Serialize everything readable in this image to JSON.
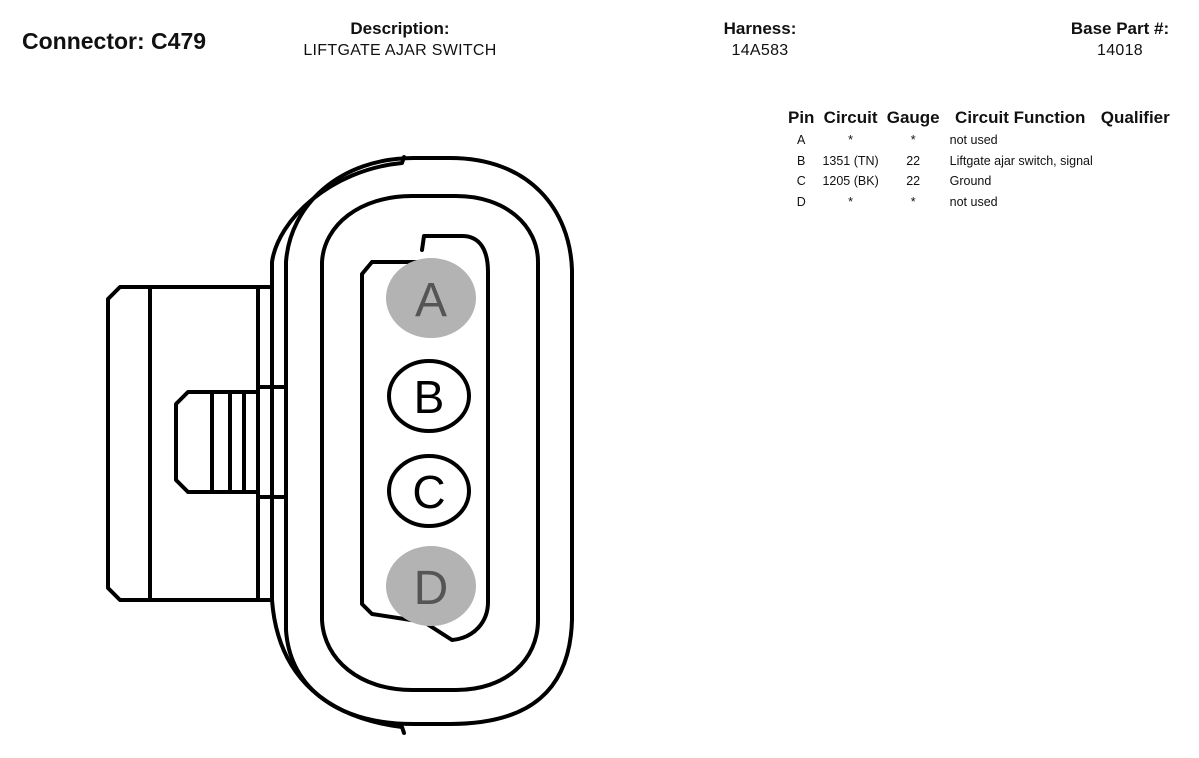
{
  "header": {
    "connector_title": "Connector: C479",
    "description_label": "Description:",
    "description_value": "LIFTGATE AJAR SWITCH",
    "harness_label": "Harness:",
    "harness_value": "14A583",
    "base_part_label": "Base Part #:",
    "base_part_value": "14018"
  },
  "pin_table": {
    "headers": [
      "Pin",
      "Circuit",
      "Gauge",
      "Circuit Function",
      "Qualifier"
    ],
    "rows": [
      {
        "pin": "A",
        "circuit": "*",
        "gauge": "*",
        "function": "not used",
        "qualifier": ""
      },
      {
        "pin": "B",
        "circuit": "1351 (TN)",
        "gauge": "22",
        "function": "Liftgate ajar switch, signal",
        "qualifier": ""
      },
      {
        "pin": "C",
        "circuit": "1205 (BK)",
        "gauge": "22",
        "function": "Ground",
        "qualifier": ""
      },
      {
        "pin": "D",
        "circuit": "*",
        "gauge": "*",
        "function": "not used",
        "qualifier": ""
      }
    ]
  },
  "connector_pins": {
    "a": {
      "label": "A",
      "used": false
    },
    "b": {
      "label": "B",
      "used": true
    },
    "c": {
      "label": "C",
      "used": true
    },
    "d": {
      "label": "D",
      "used": false
    }
  },
  "colors": {
    "unused_pin_fill": "#b3b3b3",
    "unused_pin_text": "#555555",
    "outline": "#000000"
  }
}
